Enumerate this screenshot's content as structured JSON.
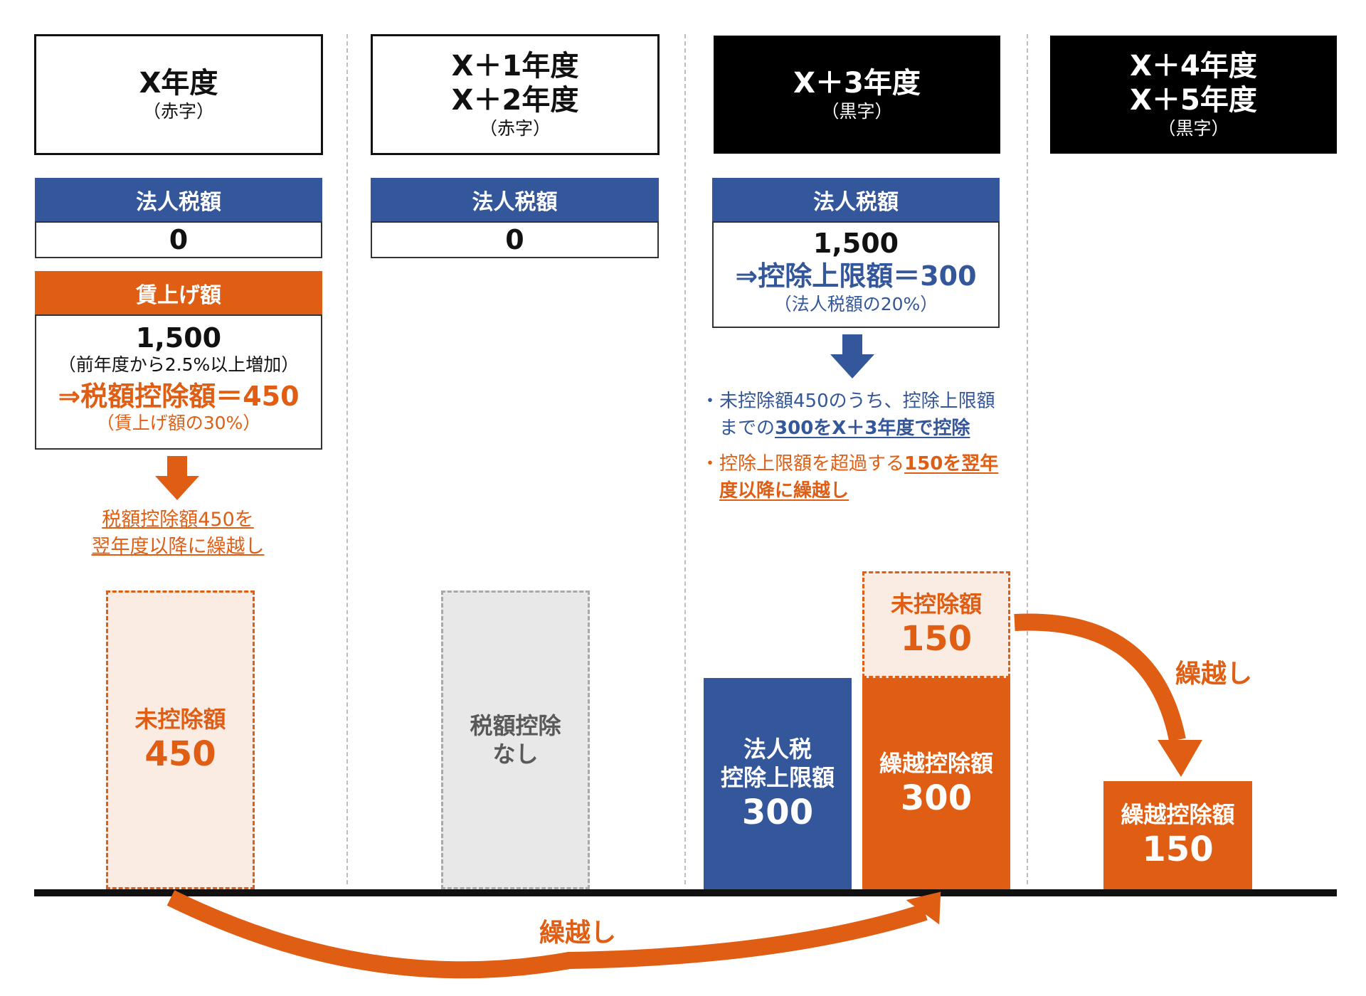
{
  "columns": [
    {
      "year": "X年度",
      "status": "（赤字）"
    },
    {
      "year": "X＋1年度\nX＋2年度",
      "status": "（赤字）"
    },
    {
      "year": "X＋3年度",
      "status": "（黒字）"
    },
    {
      "year": "X＋4年度\nX＋5年度",
      "status": "（黒字）"
    }
  ],
  "col1": {
    "tax_header": "法人税額",
    "tax_value": "0",
    "wage_header": "賃上げ額",
    "wage_value": "1,500",
    "wage_note": "（前年度から2.5%以上増加）",
    "deduction": "⇒税額控除額＝450",
    "deduction_note": "（賃上げ額の30%）",
    "carry_note_1": "税額控除額450を",
    "carry_note_2": "翌年度以降に繰越し",
    "bar_label": "未控除額",
    "bar_value": "450"
  },
  "col2": {
    "tax_header": "法人税額",
    "tax_value": "0",
    "bar_label": "税額控除\nなし"
  },
  "col3": {
    "tax_header": "法人税額",
    "tax_value": "1,500",
    "limit": "⇒控除上限額＝300",
    "limit_note": "（法人税額の20%）",
    "bullet1_a": "未控除額450のうち、控除上限額",
    "bullet1_b_pre": "までの",
    "bullet1_b_u": "300をX＋3年度で控除",
    "bullet2_a_pre": "控除上限額を超過する",
    "bullet2_a_u": "150を翌年",
    "bullet2_b_u": "度以降に繰越し",
    "bar_blue_label": "法人税\n控除上限額",
    "bar_blue_value": "300",
    "bar_carry_label": "繰越控除額",
    "bar_carry_value": "300",
    "bar_remain_label": "未控除額",
    "bar_remain_value": "150"
  },
  "col4": {
    "bar_label": "繰越控除額",
    "bar_value": "150"
  },
  "arrows": {
    "right_label": "繰越し",
    "bottom_label": "繰越し"
  },
  "colors": {
    "blue": "#34569b",
    "orange": "#e05e13",
    "black": "#000000",
    "light_orange": "#fbece3",
    "gray": "#e8e8e8"
  }
}
